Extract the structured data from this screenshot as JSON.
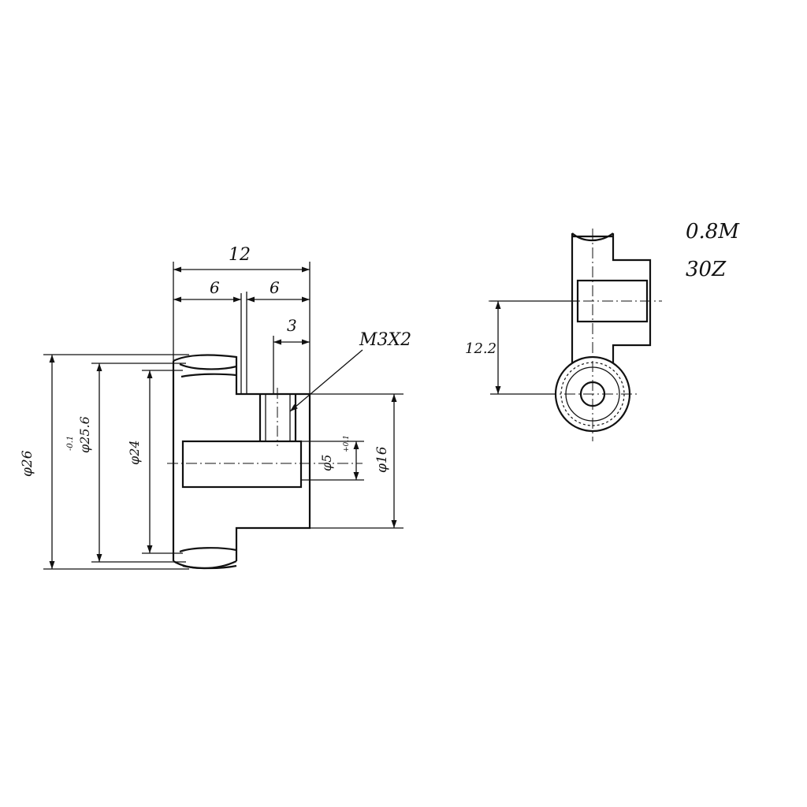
{
  "labels": {
    "dim_total_length": "12",
    "dim_hub_length": "6",
    "dim_gear_width": "6",
    "dim_screw_offset": "3",
    "screw_spec": "M3X2",
    "dim_outer_dia": "φ26",
    "dim_outer_dia_tol": "-0.1",
    "dim_pitch_dia": "φ25.6",
    "dim_root_dia": "φ24",
    "dim_bore_dia": "φ5",
    "dim_bore_tol": "+0.1",
    "dim_hub_dia": "φ16",
    "dim_center_height": "12.2",
    "gear_module": "0.8M",
    "gear_teeth": "30Z"
  }
}
